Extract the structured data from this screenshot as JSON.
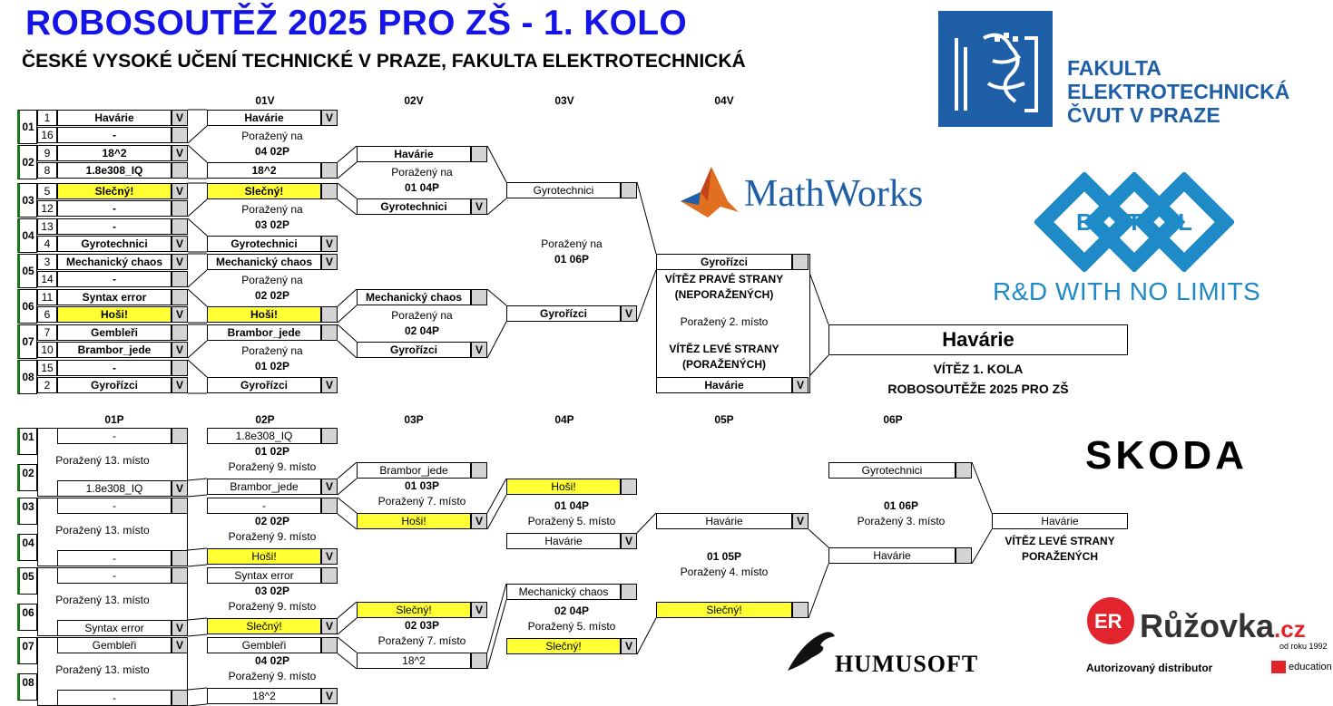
{
  "header": {
    "title": "ROBOSOUTĚŽ 2025 PRO ZŠ - 1. KOLO",
    "subtitle": "ČESKÉ VYSOKÉ UČENÍ TECHNICKÉ V PRAZE, FAKULTA ELEKTROTECHNICKÁ"
  },
  "rounds": {
    "w1": "01V",
    "w2": "02V",
    "w3": "03V",
    "w4": "04V",
    "l1": "01P",
    "l2": "02P",
    "l3": "03P",
    "l4": "04P",
    "l5": "05P",
    "l6": "06P"
  },
  "v": "V",
  "winners": {
    "r0": [
      {
        "num": "01",
        "s1": "1",
        "t1": "Havárie",
        "v1": "V",
        "s2": "16",
        "t2": "-",
        "v2": ""
      },
      {
        "num": "02",
        "s1": "9",
        "t1": "18^2",
        "v1": "V",
        "s2": "8",
        "t2": "1.8e308_IQ",
        "v2": ""
      },
      {
        "num": "03",
        "s1": "5",
        "t1": "Slečný!",
        "v1": "V",
        "s2": "12",
        "t2": "-",
        "v2": ""
      },
      {
        "num": "04",
        "s1": "13",
        "t1": "-",
        "v1": "",
        "s2": "4",
        "t2": "Gyrotechnici",
        "v2": "V"
      },
      {
        "num": "05",
        "s1": "3",
        "t1": "Mechanický chaos",
        "v1": "V",
        "s2": "14",
        "t2": "-",
        "v2": ""
      },
      {
        "num": "06",
        "s1": "11",
        "t1": "Syntax error",
        "v1": "",
        "s2": "6",
        "t2": "Hoši!",
        "v2": "V"
      },
      {
        "num": "07",
        "s1": "7",
        "t1": "Gembleři",
        "v1": "",
        "s2": "10",
        "t2": "Brambor_jede",
        "v2": "V"
      },
      {
        "num": "08",
        "s1": "15",
        "t1": "-",
        "v1": "",
        "s2": "2",
        "t2": "Gyrořízci",
        "v2": "V"
      }
    ],
    "r1": [
      {
        "t1": "Havárie",
        "v1": "V",
        "mid1": "Poražený na",
        "mid2": "04 02P",
        "t2": "18^2",
        "v2": ""
      },
      {
        "t1": "Slečný!",
        "v1": "",
        "mid1": "Poražený na",
        "mid2": "03 02P",
        "t2": "Gyrotechnici",
        "v2": "V"
      },
      {
        "t1": "Mechanický chaos",
        "v1": "V",
        "mid1": "Poražený na",
        "mid2": "02 02P",
        "t2": "Hoši!",
        "v2": ""
      },
      {
        "t1": "Brambor_jede",
        "v1": "",
        "mid1": "Poražený na",
        "mid2": "01 02P",
        "t2": "Gyrořízci",
        "v2": "V"
      }
    ],
    "r2": [
      {
        "t1": "Havárie",
        "v1": "",
        "mid1": "Poražený na",
        "mid2": "01 04P",
        "t2": "Gyrotechnici",
        "v2": "V"
      },
      {
        "t1": "Mechanický chaos",
        "v1": "",
        "mid1": "Poražený na",
        "mid2": "02 04P",
        "t2": "Gyrořízci",
        "v2": "V"
      }
    ],
    "r3": {
      "t1": "Gyrotechnici",
      "v1": "",
      "mid1": "Poražený na",
      "mid2": "01 06P",
      "t2": "Gyrořízci",
      "v2": "V"
    },
    "r4": {
      "t1": "Gyrořízci",
      "v1": "",
      "a1": "VÍTĚZ PRAVÉ STRANY",
      "a2": "(NEPORAŽENÝCH)",
      "m": "Poražený 2. místo",
      "b1": "VÍTĚZ LEVÉ STRANY",
      "b2": "(PORAŽENÝCH)",
      "t2": "Havárie",
      "v2": "V"
    },
    "final": {
      "team": "Havárie",
      "l1": "VÍTĚZ 1. KOLA",
      "l2": "ROBOSOUTĚŽE 2025 PRO ZŠ"
    }
  },
  "losers": {
    "r1": [
      {
        "num1": "01",
        "num2": "02",
        "t1": "-",
        "v1": "",
        "mid": "Poražený 13. místo",
        "t2": "1.8e308_IQ",
        "v2": "V"
      },
      {
        "num1": "03",
        "num2": "04",
        "t1": "-",
        "v1": "",
        "mid": "Poražený 13. místo",
        "t2": "-",
        "v2": ""
      },
      {
        "num1": "05",
        "num2": "06",
        "t1": "-",
        "v1": "",
        "mid": "Poražený 13. místo",
        "t2": "Syntax error",
        "v2": "V"
      },
      {
        "num1": "07",
        "num2": "08",
        "t1": "Gembleři",
        "v1": "V",
        "mid": "Poražený 13. místo",
        "t2": "-",
        "v2": ""
      }
    ],
    "r2": [
      {
        "t1": "1.8e308_IQ",
        "v1": "",
        "m1": "01 02P",
        "m2": "Poražený 9. místo",
        "t2": "Brambor_jede",
        "v2": "V"
      },
      {
        "t1": "-",
        "v1": "",
        "m1": "02 02P",
        "m2": "Poražený 9. místo",
        "t2": "Hoši!",
        "v2": "V"
      },
      {
        "t1": "Syntax error",
        "v1": "",
        "m1": "03 02P",
        "m2": "Poražený 9. místo",
        "t2": "Slečný!",
        "v2": "V"
      },
      {
        "t1": "Gembleři",
        "v1": "",
        "m1": "04 02P",
        "m2": "Poražený 9. místo",
        "t2": "18^2",
        "v2": "V"
      }
    ],
    "r3": [
      {
        "t1": "Brambor_jede",
        "v1": "",
        "m1": "01 03P",
        "m2": "Poražený 7. místo",
        "t2": "Hoši!",
        "v2": "V"
      },
      {
        "t1": "Slečný!",
        "v1": "V",
        "m1": "02 03P",
        "m2": "Poražený 7. místo",
        "t2": "18^2",
        "v2": ""
      }
    ],
    "r4": [
      {
        "t1": "Hoši!",
        "v1": "",
        "m1": "01 04P",
        "m2": "Poražený 5. místo",
        "t2": "Havárie",
        "v2": "V"
      },
      {
        "t1": "Mechanický chaos",
        "v1": "",
        "m1": "02 04P",
        "m2": "Poražený 5. místo",
        "t2": "Slečný!",
        "v2": "V"
      }
    ],
    "r5": {
      "t1": "Havárie",
      "v1": "V",
      "m1": "01 05P",
      "m2": "Poražený 4. místo",
      "t2": "Slečný!",
      "v2": ""
    },
    "r6": {
      "t1": "Gyrotechnici",
      "v1": "",
      "m1": "01 06P",
      "m2": "Poražený 3. místo",
      "t2": "Havárie",
      "v2": ""
    },
    "final": {
      "team": "Havárie",
      "l1": "VÍTĚZ LEVÉ STRANY",
      "l2": "PORAŽENÝCH"
    }
  },
  "sponsors": {
    "fel": [
      "FAKULTA",
      "ELEKTROTECHNICKÁ",
      "ČVUT V PRAZE"
    ],
    "mathworks": "MathWorks",
    "btl_slogan": "R&D WITH NO LIMITS",
    "skoda": "SKODA",
    "humusoft": "HUMUSOFT",
    "ruzovka": "Růžovka",
    "ruzovka_tld": ".cz",
    "ruzovka_since": "od roku 1992",
    "ruzovka_distributor": "Autorizovaný distributor",
    "lego_education": "education",
    "colors": {
      "cvut_blue": "#1f5fa7",
      "btl_blue": "#1f8ac8",
      "ruzovka_red": "#e2252d",
      "highlight": "#ffff33",
      "title_blue": "#1414e6"
    }
  }
}
